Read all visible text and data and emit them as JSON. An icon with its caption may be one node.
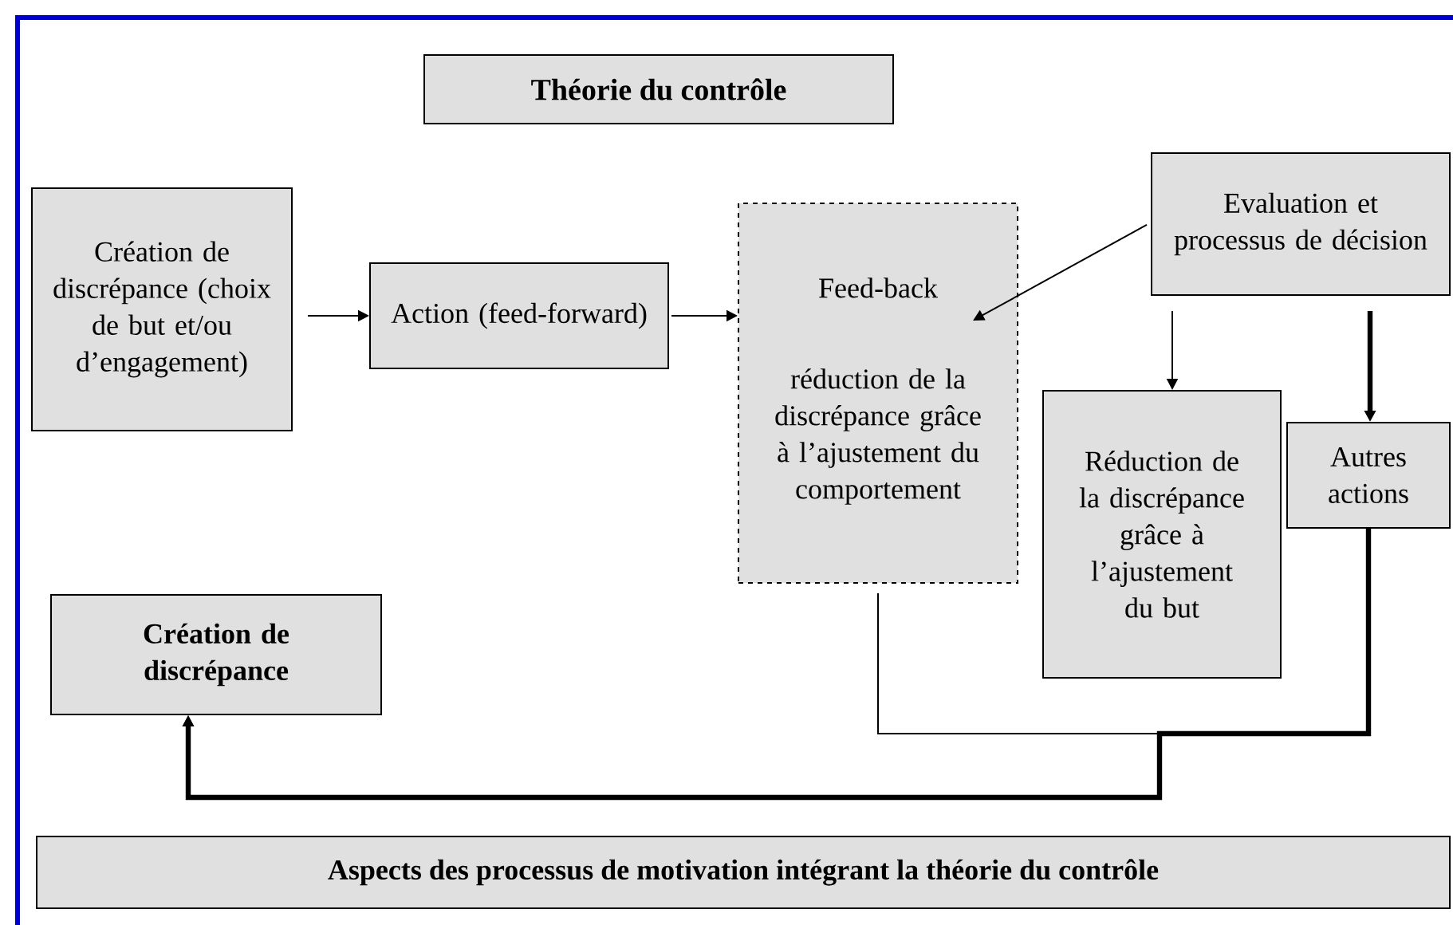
{
  "diagram": {
    "title": "Théorie du contrôle",
    "nodes": [
      {
        "text": [
          "Création de discrépance (choix de but et/ou d’engagement)"
        ]
      },
      {
        "text": [
          "Action (feed-forward)"
        ]
      },
      {
        "text": [
          "Feed-back",
          "réduction de la discrépance grâce à l’ajustement du comportement"
        ]
      },
      {
        "text": [
          "Evaluation et processus de décision"
        ]
      },
      {
        "text": [
          "Réduction de la discrépance grâce à l’ajustement du but"
        ]
      },
      {
        "text": [
          "Autres actions"
        ]
      },
      {
        "text": [
          "Création de discrépance"
        ]
      }
    ],
    "edges": [
      {
        "from": 0,
        "to": 1,
        "arrow": "to"
      },
      {
        "from": 1,
        "to": 2,
        "arrow": "to"
      },
      {
        "from": 3,
        "to": 2,
        "arrow": "to"
      },
      {
        "from": 3,
        "to": 4,
        "arrow": "to"
      },
      {
        "from": 3,
        "to": 5,
        "arrow": "to",
        "style": "thick"
      },
      {
        "from": 2,
        "to": 6,
        "arrow": "to"
      },
      {
        "from": 5,
        "to": 6,
        "arrow": "to",
        "style": "thick"
      }
    ],
    "caption": "Aspects des processus de motivation intégrant la théorie du contrôle"
  }
}
